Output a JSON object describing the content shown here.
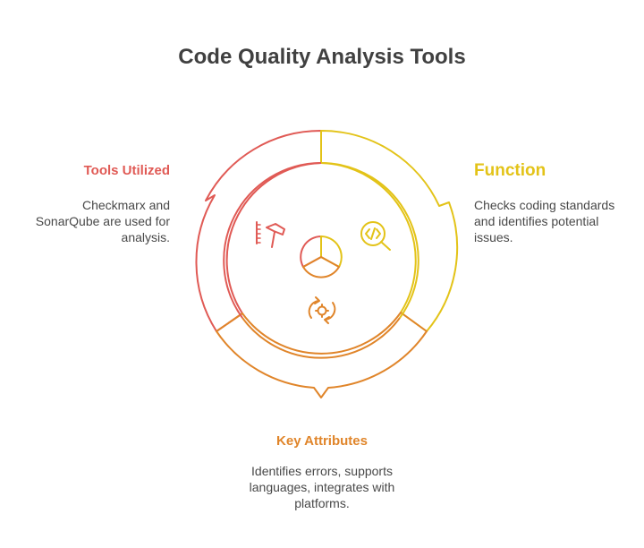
{
  "title": "Code Quality Analysis Tools",
  "colors": {
    "tools": "#e05a55",
    "function": "#e3c318",
    "key": "#e0852a",
    "text": "#484848",
    "title": "#404040"
  },
  "sections": {
    "tools": {
      "heading": "Tools Utilized",
      "description": "Checkmarx and SonarQube are used for analysis.",
      "icon": "hammer-ruler-icon"
    },
    "function": {
      "heading": "Function",
      "description": "Checks coding standards and identifies potential issues.",
      "icon": "code-search-icon"
    },
    "key": {
      "heading": "Key Attributes",
      "description": "Identifies errors, supports languages, integrates with platforms.",
      "icon": "gear-refresh-icon"
    }
  },
  "center_icon": "pie-chart-icon"
}
